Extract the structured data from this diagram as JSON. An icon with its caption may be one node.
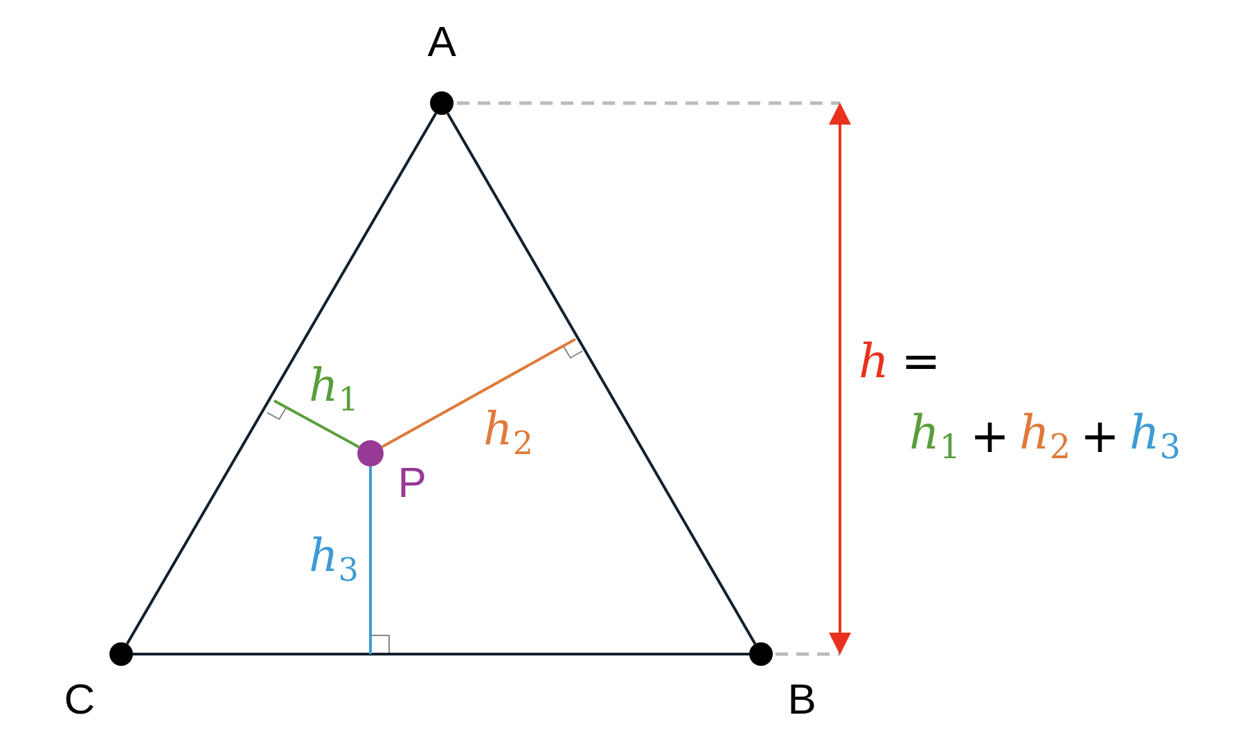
{
  "diagram": {
    "nodes": [
      {
        "text": [],
        "shape": "circle",
        "beside": [
          "A"
        ]
      },
      {
        "text": [],
        "shape": "circle",
        "beside": [
          "C"
        ]
      },
      {
        "text": [],
        "shape": "circle",
        "beside": [
          "B"
        ]
      },
      {
        "text": [],
        "shape": "circle",
        "beside": [
          "P"
        ]
      },
      {
        "text": [],
        "shape": "box"
      },
      {
        "text": [],
        "shape": "box"
      },
      {
        "text": [],
        "shape": "box"
      }
    ],
    "edges": [
      {
        "from": 0,
        "to": 2,
        "arrow": "none",
        "color": "#13202c"
      },
      {
        "from": 2,
        "to": 1,
        "arrow": "none",
        "color": "#13202c"
      },
      {
        "from": 1,
        "to": 0,
        "arrow": "none",
        "color": "#13202c"
      },
      {
        "from": 3,
        "to": 5,
        "arrow": "none",
        "label": "*h*$_{1}$",
        "color": "#5a9e3c"
      },
      {
        "from": 3,
        "to": 4,
        "arrow": "none",
        "label": "*h*$_{2}$",
        "color": "#e07a3a"
      },
      {
        "from": 3,
        "to": 6,
        "arrow": "none",
        "label": "*h*$_{3}$",
        "color": "#3e9bd4"
      }
    ],
    "labels": [
      "*h*",
      "=",
      "*h*$_{1}$",
      "+",
      "*h*$_{2}$",
      "+",
      "*h*$_{3}$"
    ]
  }
}
